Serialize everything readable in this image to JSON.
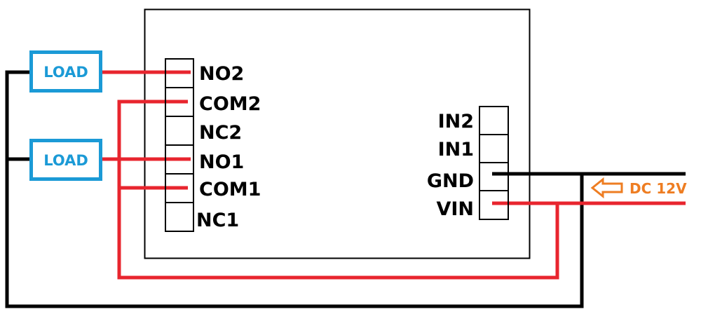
{
  "colors": {
    "wire_power": "#e8252e",
    "wire_ground": "#000000",
    "load_box": "#1b9ad6",
    "supply_label": "#ee7d22",
    "board_outline": "#000000"
  },
  "loads": [
    {
      "label": "LOAD"
    },
    {
      "label": "LOAD"
    }
  ],
  "relay_terminals": [
    "NO2",
    "COM2",
    "NC2",
    "NO1",
    "COM1",
    "NC1"
  ],
  "input_terminals": [
    "IN2",
    "IN1",
    "GND",
    "VIN"
  ],
  "power_supply": {
    "label": "DC 12V",
    "icon": "arrow-left-icon"
  }
}
